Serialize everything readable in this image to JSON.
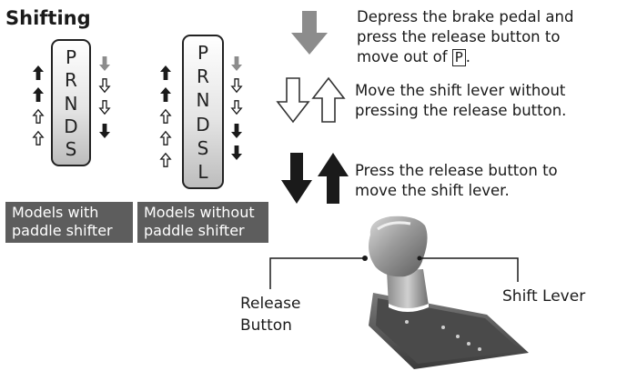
{
  "title": "Shifting",
  "left_diagram": {
    "positions": [
      "P",
      "R",
      "N",
      "D",
      "S"
    ],
    "label": [
      "Models with",
      "paddle shifter"
    ]
  },
  "right_diagram": {
    "positions": [
      "P",
      "R",
      "N",
      "D",
      "S",
      "L"
    ],
    "label": [
      "Models without",
      "paddle shifter"
    ]
  },
  "legend": {
    "brake": [
      "Depress the brake pedal and",
      "press the release button to",
      "move out of "
    ],
    "brake_box": "P",
    "brake_end": ".",
    "free": [
      "Move the shift lever without",
      "pressing the release button."
    ],
    "release": [
      "Press the release button to",
      "move the shift lever."
    ]
  },
  "callouts": {
    "release_button": [
      "Release",
      "Button"
    ],
    "shift_lever": "Shift Lever"
  },
  "colors": {
    "label_bg": "#5d5d5d",
    "gray_arrow": "#8c8c8c",
    "black_arrow": "#1a1a1a"
  }
}
